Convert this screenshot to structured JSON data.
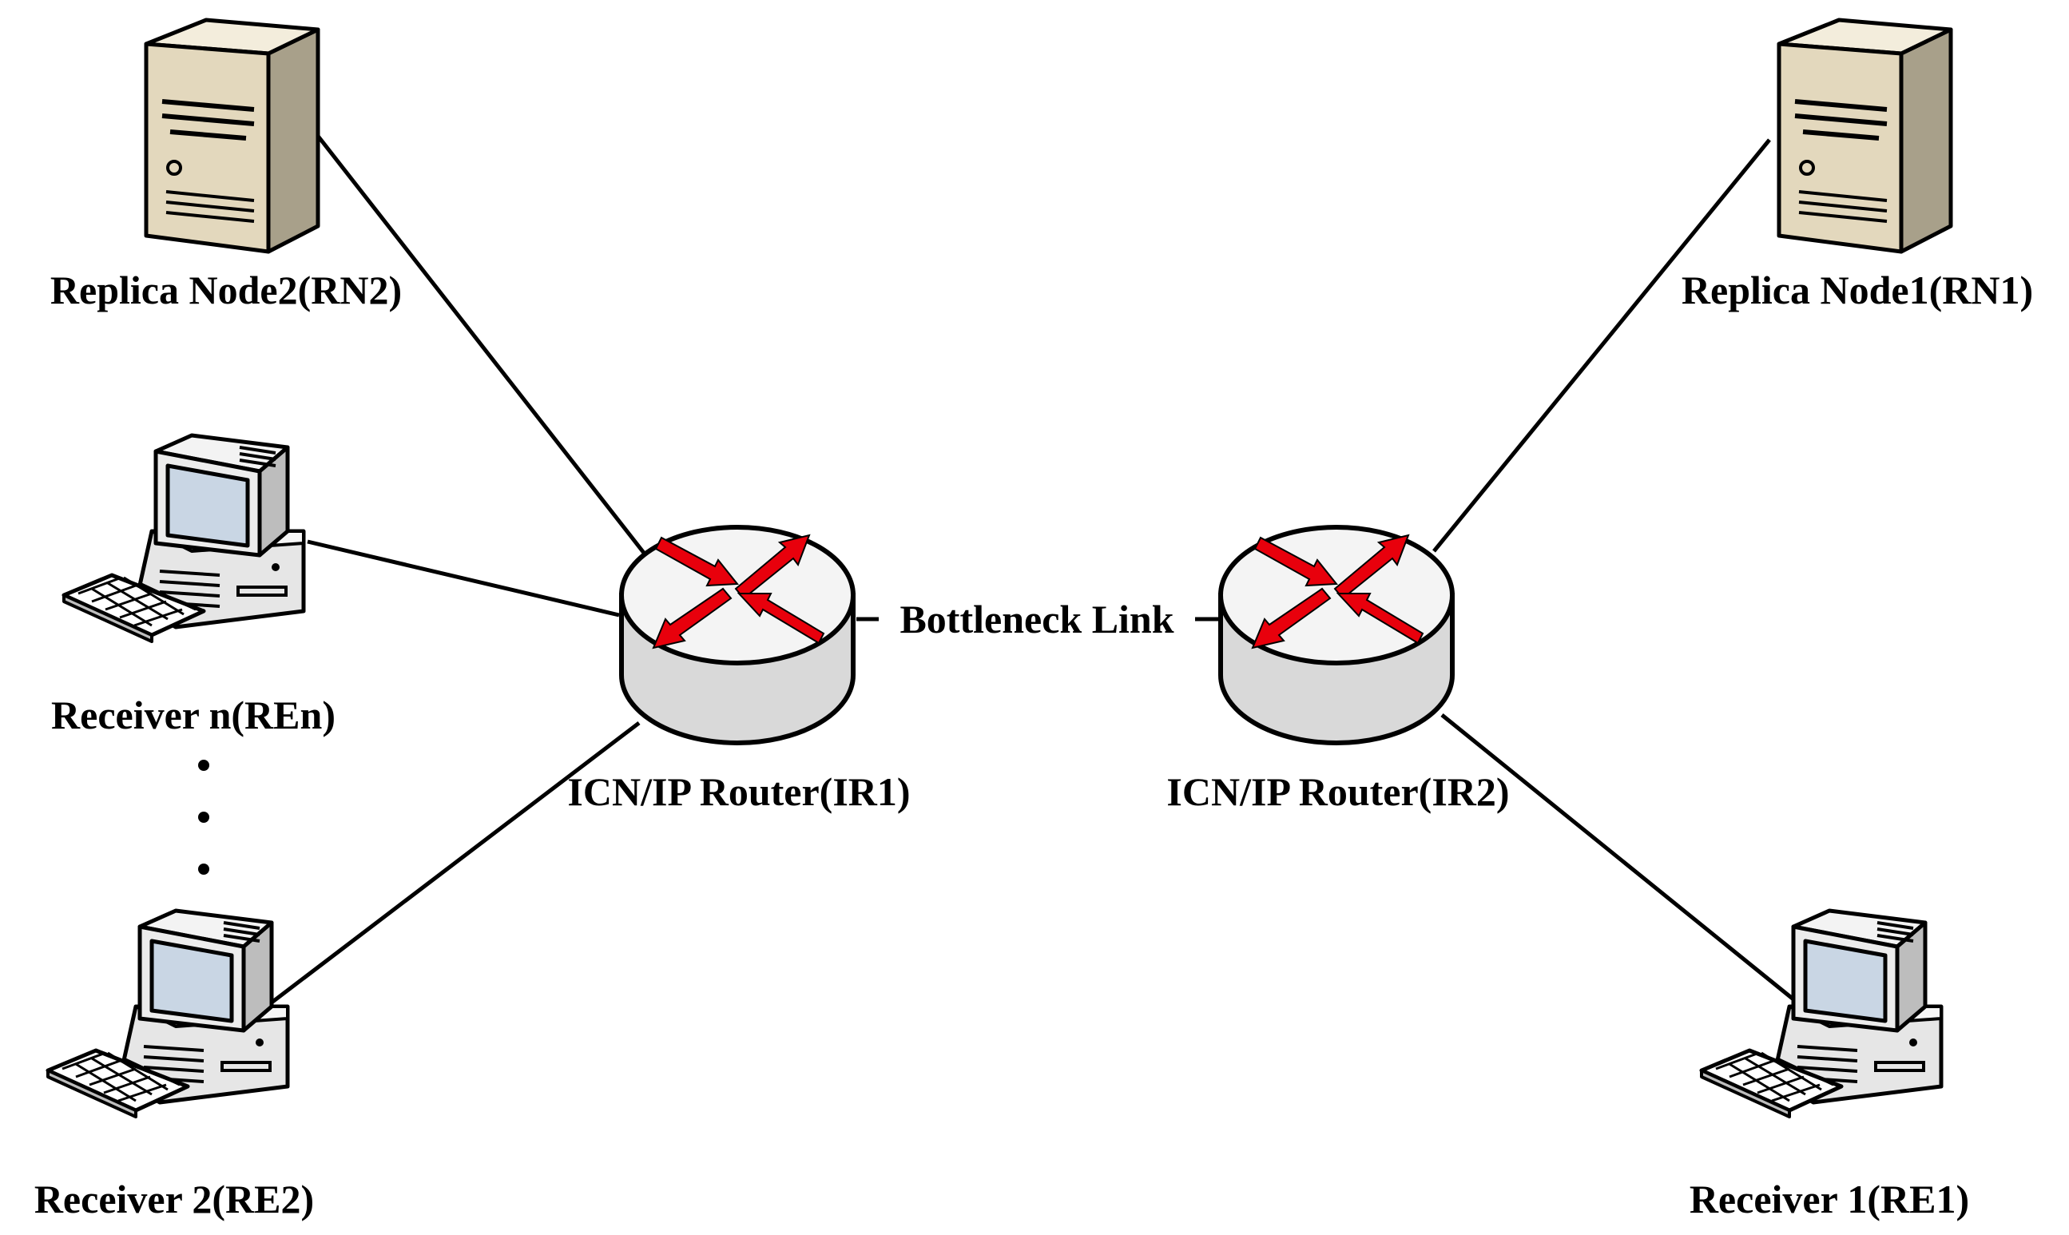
{
  "diagram": {
    "nodes": {
      "rn2": {
        "label": "Replica Node2(RN2)",
        "icon": "server-icon"
      },
      "rn1": {
        "label": "Replica Node1(RN1)",
        "icon": "server-icon"
      },
      "ren": {
        "label": "Receiver n(REn)",
        "icon": "desktop-computer-icon"
      },
      "re2": {
        "label": "Receiver 2(RE2)",
        "icon": "desktop-computer-icon"
      },
      "re1": {
        "label": "Receiver 1(RE1)",
        "icon": "desktop-computer-icon"
      },
      "ir1": {
        "label": "ICN/IP Router(IR1)",
        "icon": "router-icon"
      },
      "ir2": {
        "label": "ICN/IP Router(IR2)",
        "icon": "router-icon"
      }
    },
    "links": [
      {
        "from": "rn2",
        "to": "ir1"
      },
      {
        "from": "ren",
        "to": "ir1"
      },
      {
        "from": "re2",
        "to": "ir1"
      },
      {
        "from": "ir1",
        "to": "ir2",
        "label": "Bottleneck Link"
      },
      {
        "from": "rn1",
        "to": "ir2"
      },
      {
        "from": "re1",
        "to": "ir2"
      }
    ],
    "ellipsis": "⋮",
    "colors": {
      "line": "#000000",
      "arrow": "#e8000c",
      "server_body": "#e6dcc2",
      "router_body": "#dcdcdc"
    }
  }
}
